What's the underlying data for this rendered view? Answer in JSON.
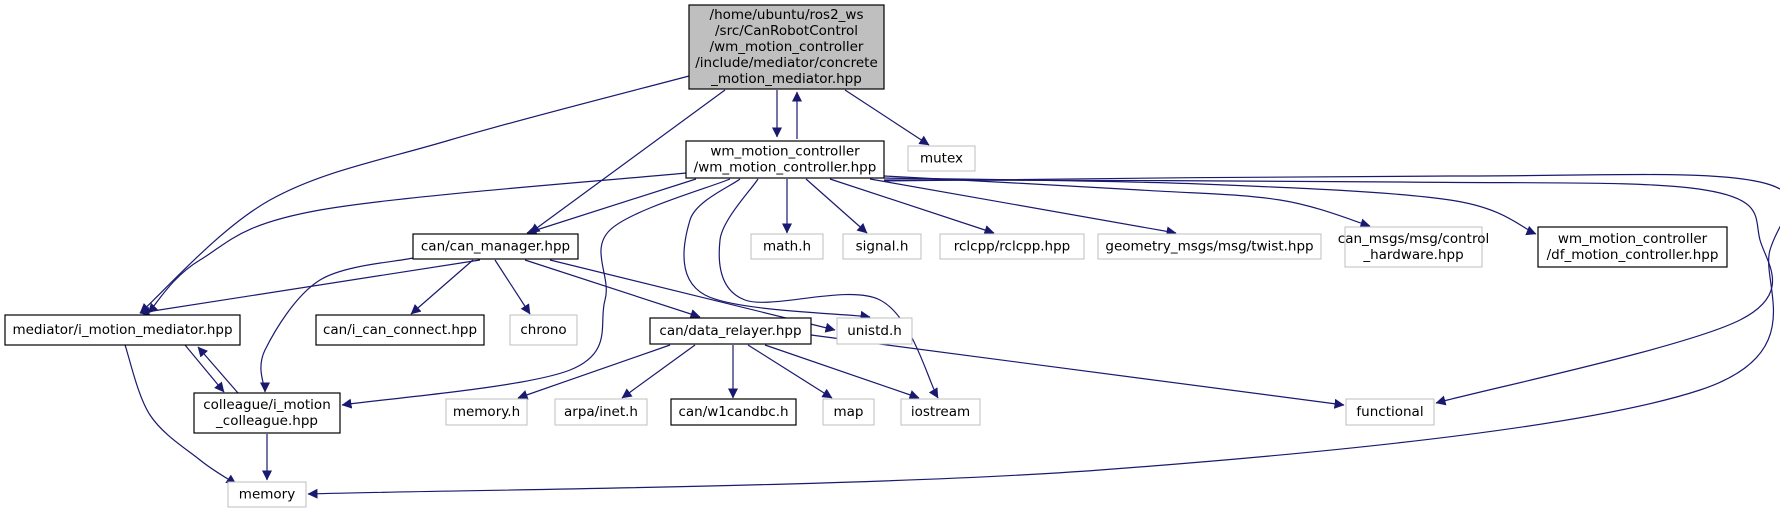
{
  "colors": {
    "edge": "#191970",
    "root_fill": "#bfbfbf",
    "project_border": "#000000",
    "external_border": "#bfbfbf",
    "background": "#ffffff"
  },
  "nodes": {
    "root": {
      "kind": "root",
      "lines": [
        "/home/ubuntu/ros2_ws",
        "/src/CanRobotControl",
        "/wm_motion_controller",
        "/include/mediator/concrete",
        "_motion_mediator.hpp"
      ]
    },
    "wm": {
      "kind": "project",
      "lines": [
        "wm_motion_controller",
        "/wm_motion_controller.hpp"
      ]
    },
    "mutex": {
      "kind": "external",
      "lines": [
        "mutex"
      ]
    },
    "can_mgr": {
      "kind": "project",
      "lines": [
        "can/can_manager.hpp"
      ]
    },
    "math": {
      "kind": "external",
      "lines": [
        "math.h"
      ]
    },
    "signal": {
      "kind": "external",
      "lines": [
        "signal.h"
      ]
    },
    "rclcpp": {
      "kind": "external",
      "lines": [
        "rclcpp/rclcpp.hpp"
      ]
    },
    "geom": {
      "kind": "external",
      "lines": [
        "geometry_msgs/msg/twist.hpp"
      ]
    },
    "canmsgs": {
      "kind": "external",
      "lines": [
        "can_msgs/msg/control",
        "_hardware.hpp"
      ]
    },
    "df": {
      "kind": "project",
      "lines": [
        "wm_motion_controller",
        "/df_motion_controller.hpp"
      ]
    },
    "imed": {
      "kind": "project",
      "lines": [
        "mediator/i_motion_mediator.hpp"
      ]
    },
    "icanconn": {
      "kind": "project",
      "lines": [
        "can/i_can_connect.hpp"
      ]
    },
    "chrono": {
      "kind": "external",
      "lines": [
        "chrono"
      ]
    },
    "relayer": {
      "kind": "project",
      "lines": [
        "can/data_relayer.hpp"
      ]
    },
    "unistd": {
      "kind": "external",
      "lines": [
        "unistd.h"
      ]
    },
    "colleague": {
      "kind": "project",
      "lines": [
        "colleague/i_motion",
        "_colleague.hpp"
      ]
    },
    "memh": {
      "kind": "external",
      "lines": [
        "memory.h"
      ]
    },
    "arpa": {
      "kind": "external",
      "lines": [
        "arpa/inet.h"
      ]
    },
    "w1can": {
      "kind": "project",
      "lines": [
        "can/w1candbc.h"
      ]
    },
    "map": {
      "kind": "external",
      "lines": [
        "map"
      ]
    },
    "iostream": {
      "kind": "external",
      "lines": [
        "iostream"
      ]
    },
    "functional": {
      "kind": "external",
      "lines": [
        "functional"
      ]
    },
    "memory": {
      "kind": "external",
      "lines": [
        "memory"
      ]
    }
  },
  "edges": [
    [
      "root",
      "wm"
    ],
    [
      "wm",
      "root"
    ],
    [
      "root",
      "mutex"
    ],
    [
      "root",
      "can_mgr"
    ],
    [
      "root",
      "imed"
    ],
    [
      "wm",
      "can_mgr"
    ],
    [
      "wm",
      "imed"
    ],
    [
      "wm",
      "colleague"
    ],
    [
      "wm",
      "math"
    ],
    [
      "wm",
      "signal"
    ],
    [
      "wm",
      "rclcpp"
    ],
    [
      "wm",
      "geom"
    ],
    [
      "wm",
      "canmsgs"
    ],
    [
      "wm",
      "df"
    ],
    [
      "wm",
      "unistd"
    ],
    [
      "wm",
      "iostream"
    ],
    [
      "wm",
      "functional"
    ],
    [
      "wm",
      "memory"
    ],
    [
      "can_mgr",
      "imed"
    ],
    [
      "can_mgr",
      "icanconn"
    ],
    [
      "can_mgr",
      "chrono"
    ],
    [
      "can_mgr",
      "relayer"
    ],
    [
      "can_mgr",
      "unistd"
    ],
    [
      "can_mgr",
      "colleague"
    ],
    [
      "imed",
      "colleague"
    ],
    [
      "colleague",
      "imed"
    ],
    [
      "imed",
      "memory"
    ],
    [
      "colleague",
      "memory"
    ],
    [
      "relayer",
      "memh"
    ],
    [
      "relayer",
      "arpa"
    ],
    [
      "relayer",
      "w1can"
    ],
    [
      "relayer",
      "map"
    ],
    [
      "relayer",
      "iostream"
    ],
    [
      "relayer",
      "functional"
    ]
  ]
}
